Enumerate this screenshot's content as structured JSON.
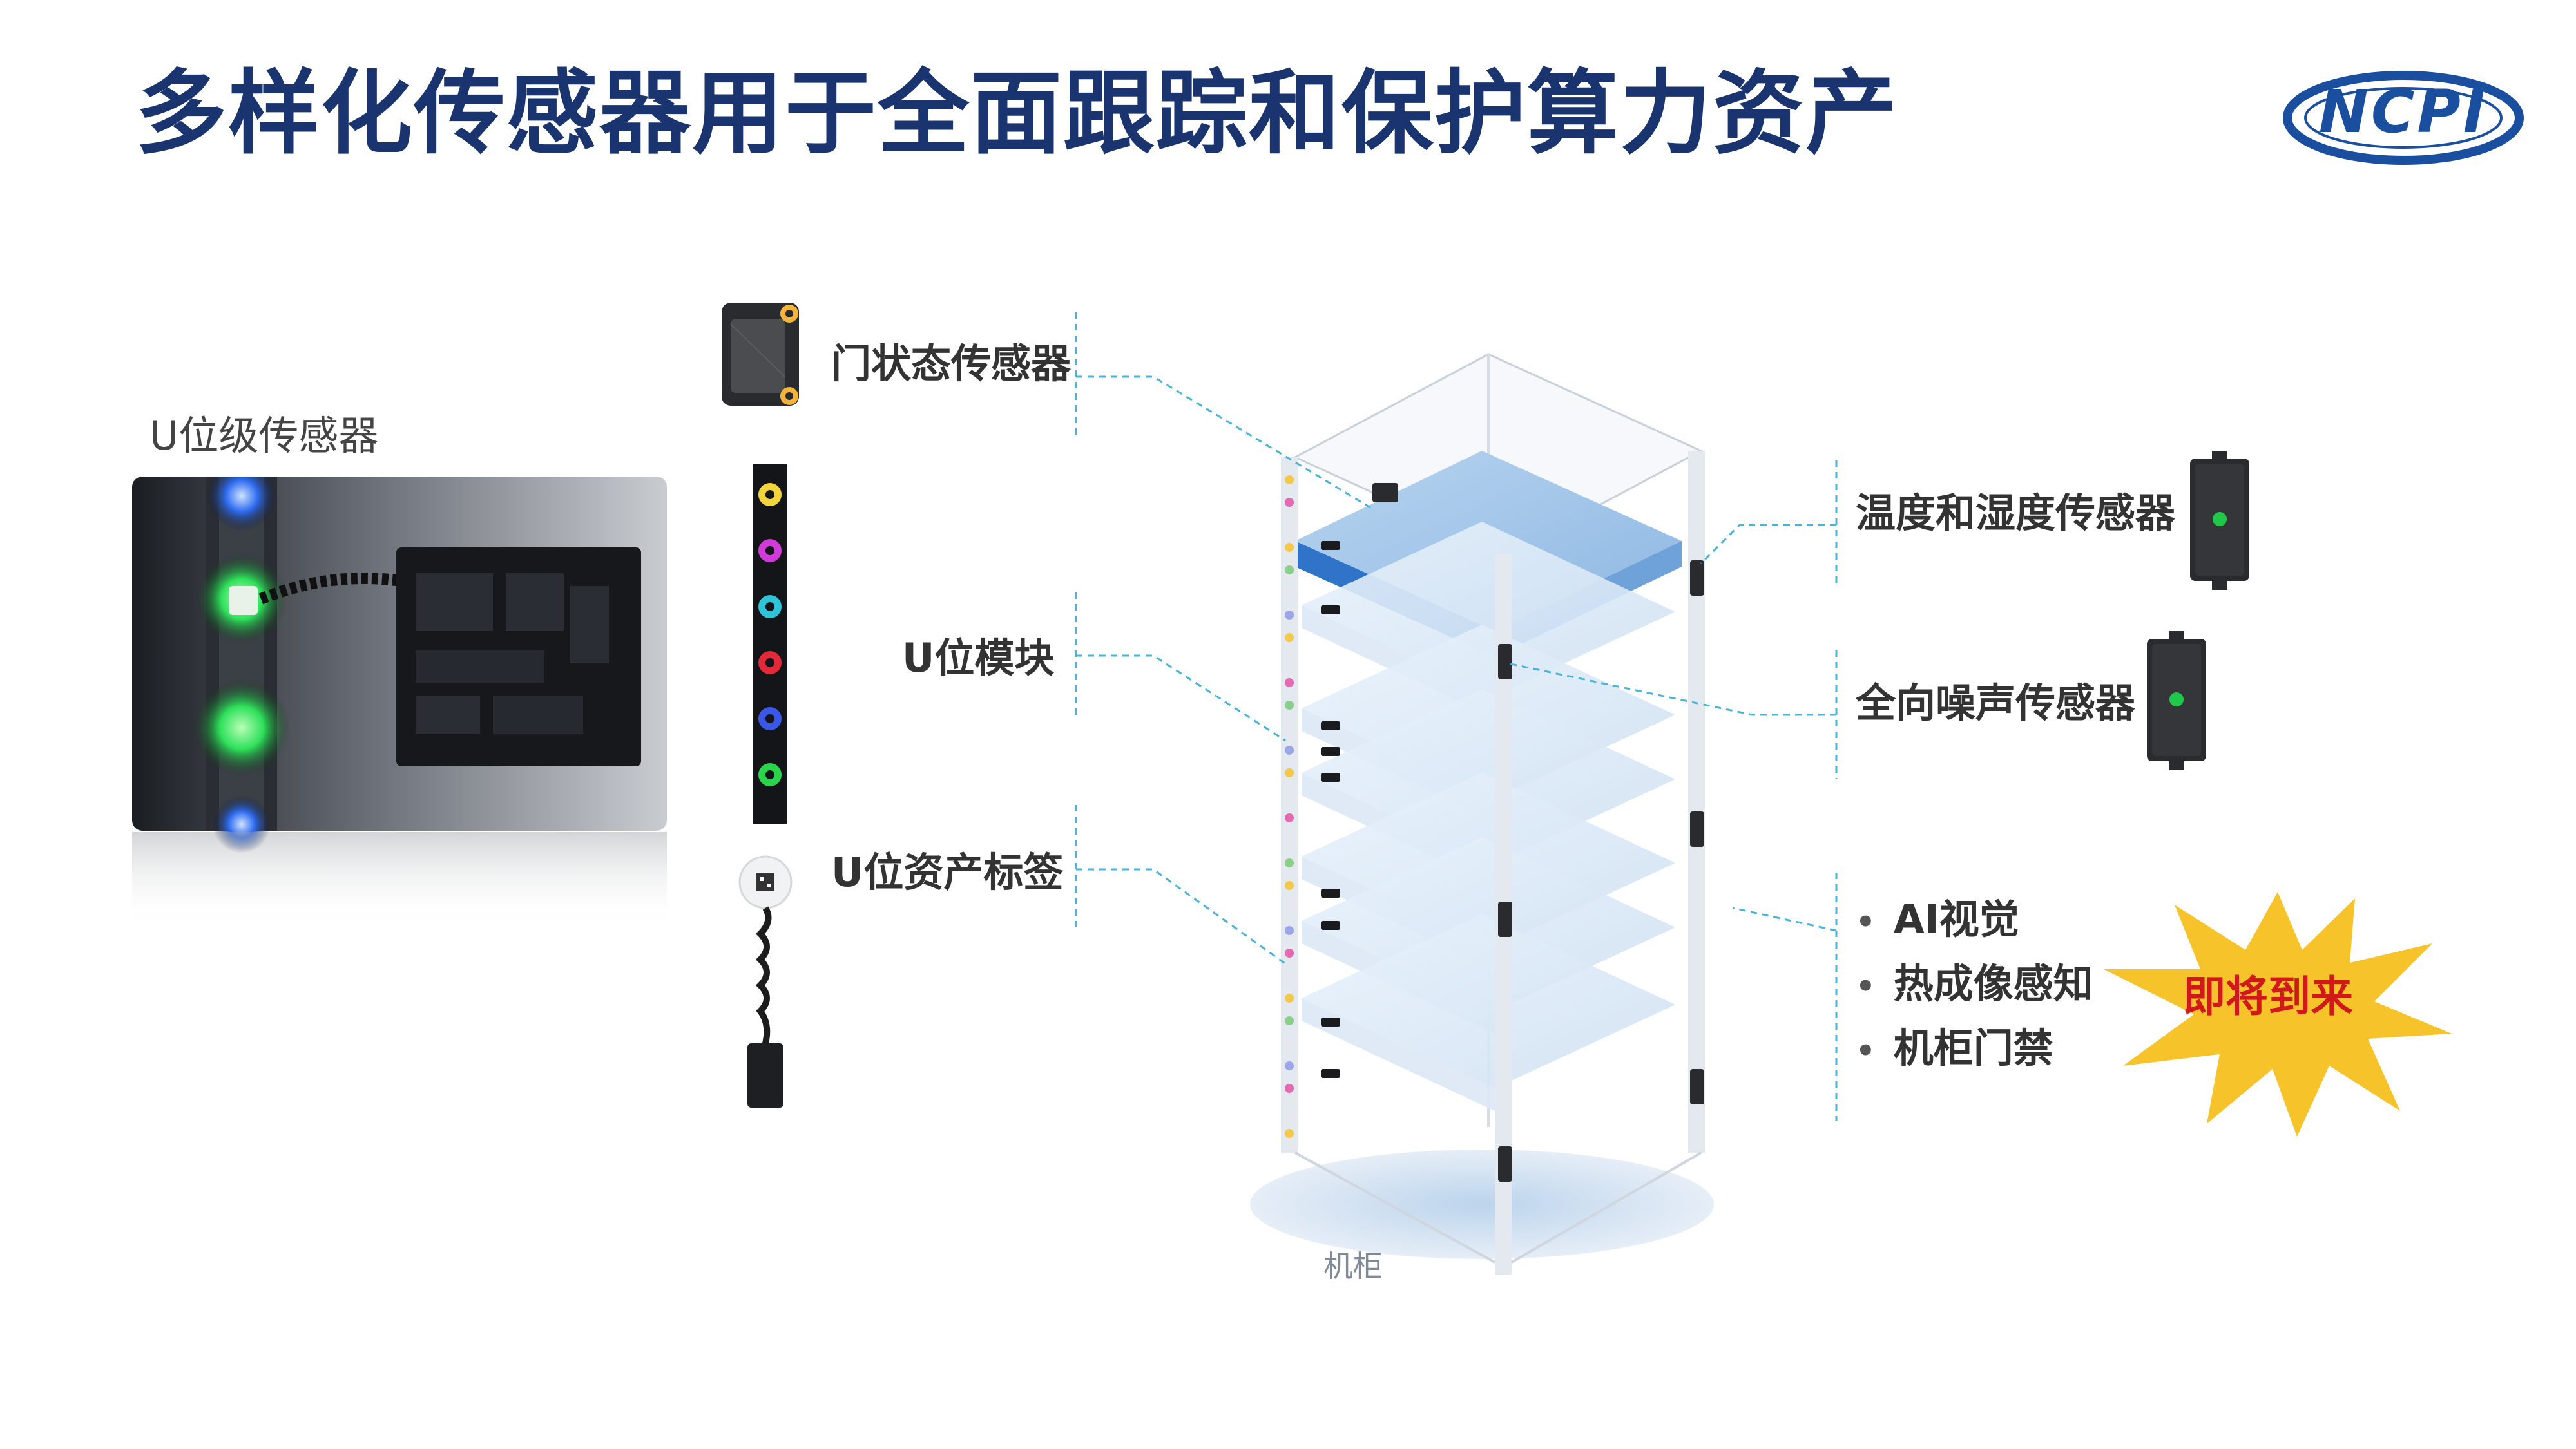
{
  "page": {
    "title": "多样化传感器用于全面跟踪和保护算力资产",
    "logo_text": "NCPI"
  },
  "left_panel": {
    "label": "U位级传感器"
  },
  "sensors": {
    "door": "门状态传感器",
    "u_module": "U位模块",
    "u_tag": "U位资产标签",
    "temp_humidity": "温度和湿度传感器",
    "noise": "全向噪声传感器"
  },
  "coming_soon": {
    "items": [
      "AI视觉",
      "热成像感知",
      "机柜门禁"
    ],
    "badge": "即将到来"
  },
  "rack": {
    "caption": "机柜"
  },
  "colors": {
    "title": "#1a3470",
    "connector": "#49b3d9",
    "badge_fill": "#f7c32a",
    "badge_text": "#d21919",
    "status_led": "#1ec94a"
  }
}
